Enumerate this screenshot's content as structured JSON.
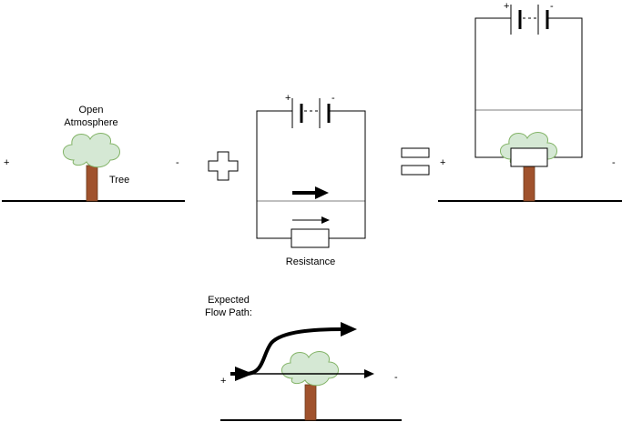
{
  "panel_left": {
    "label_open_atmosphere_line1": "Open",
    "label_open_atmosphere_line2": "Atmosphere",
    "label_tree": "Tree",
    "plus": "+",
    "minus": "-"
  },
  "panel_circuit": {
    "battery_plus": "+",
    "battery_minus": "-",
    "label_resistance": "Resistance"
  },
  "panel_right": {
    "battery_plus": "+",
    "battery_minus": "-",
    "plus": "+",
    "minus": "-"
  },
  "panel_bottom": {
    "label_expected_line1": "Expected",
    "label_expected_line2": "Flow Path:",
    "plus": "+",
    "minus": "-"
  },
  "colors": {
    "trunk": "#a0522d",
    "foliage_fill": "#d5e8d4",
    "foliage_stroke": "#82b366"
  }
}
